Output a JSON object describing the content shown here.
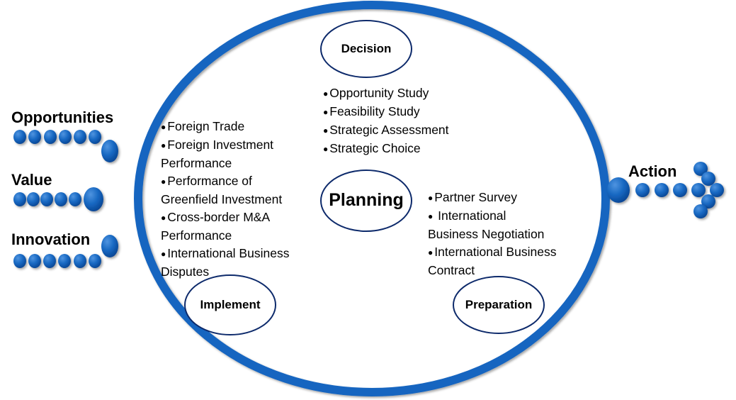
{
  "diagram": {
    "inputs": [
      {
        "label": "Opportunities"
      },
      {
        "label": "Value"
      },
      {
        "label": "Innovation"
      }
    ],
    "output": {
      "label": "Action"
    },
    "center": {
      "label": "Planning"
    },
    "nodes": {
      "decision": {
        "label": "Decision"
      },
      "implement": {
        "label": "Implement"
      },
      "preparation": {
        "label": "Preparation"
      }
    },
    "lists": {
      "decision": [
        "Opportunity Study",
        "Feasibility Study",
        "Strategic Assessment",
        "Strategic Choice"
      ],
      "implement": [
        "Foreign Trade",
        "Foreign Investment\nPerformance",
        "Performance of\nGreenfield Investment",
        "Cross-border M&A\nPerformance",
        "International Business\nDisputes"
      ],
      "preparation": [
        "Partner Survey",
        " International\nBusiness Negotiation",
        "International Business\nContract"
      ]
    },
    "colors": {
      "ring": "#1565C0",
      "bead": "#1566C0",
      "node_border": "#0D2A6B"
    }
  }
}
